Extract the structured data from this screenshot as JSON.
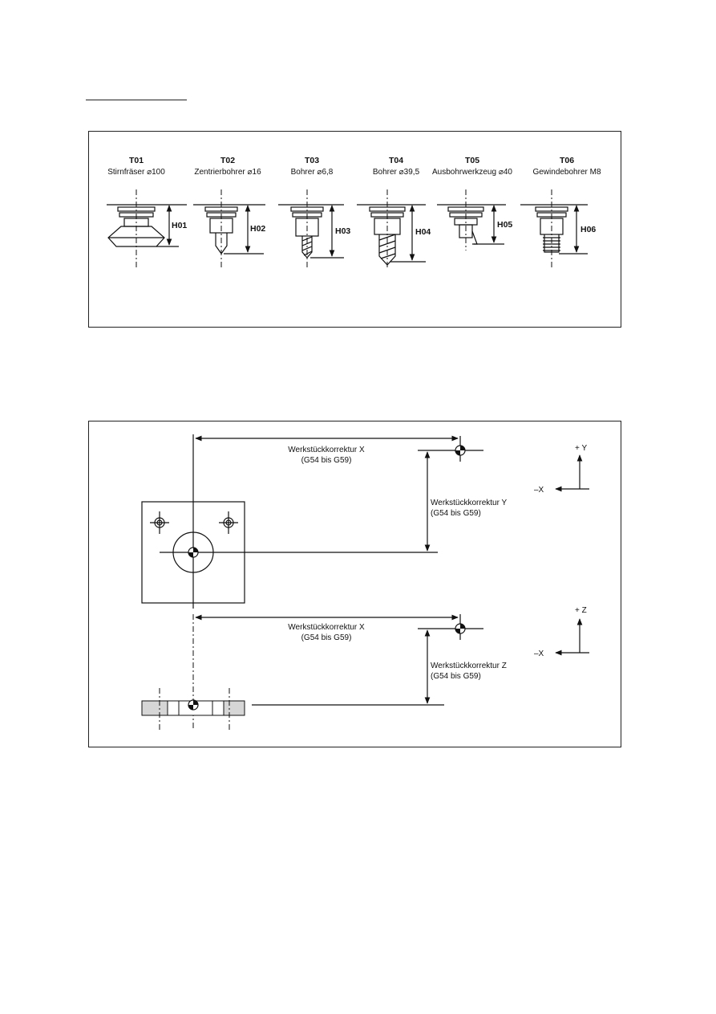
{
  "tools": [
    {
      "id": "T01",
      "name": "Stirnfräser ⌀100",
      "h_label": "H01",
      "icon": "face-mill-icon"
    },
    {
      "id": "T02",
      "name": "Zentrierbohrer ⌀16",
      "h_label": "H02",
      "icon": "center-drill-icon"
    },
    {
      "id": "T03",
      "name": "Bohrer ⌀6,8",
      "h_label": "H03",
      "icon": "drill-small-icon"
    },
    {
      "id": "T04",
      "name": "Bohrer ⌀39,5",
      "h_label": "H04",
      "icon": "drill-large-icon"
    },
    {
      "id": "T05",
      "name": "Ausbohrwerkzeug ⌀40",
      "h_label": "H05",
      "icon": "boring-tool-icon"
    },
    {
      "id": "T06",
      "name": "Gewindebohrer M8",
      "h_label": "H06",
      "icon": "tap-icon"
    }
  ],
  "offsets": {
    "top_x_label": "Werkstückkorrektur X",
    "top_x_range": "(G54 bis G59)",
    "y_label": "Werkstückkorrektur Y",
    "y_range": "(G54 bis G59)",
    "bottom_x_label": "Werkstückkorrektur X",
    "bottom_x_range": "(G54 bis G59)",
    "z_label": "Werkstückkorrektur Z",
    "z_range": "(G54 bis G59)"
  },
  "axes": {
    "top": {
      "vertical": "+ Y",
      "horizontal": "–X"
    },
    "bottom": {
      "vertical": "+ Z",
      "horizontal": "–X"
    }
  }
}
